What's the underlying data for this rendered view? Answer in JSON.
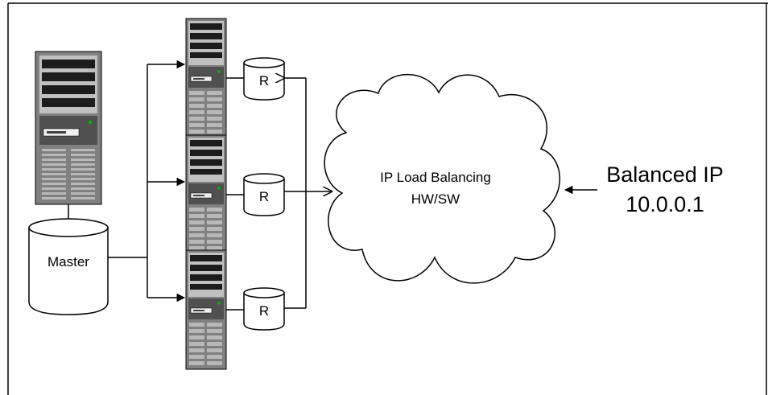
{
  "master_db": {
    "label": "Master"
  },
  "replicas": [
    {
      "label": "R"
    },
    {
      "label": "R"
    },
    {
      "label": "R"
    }
  ],
  "load_balancer": {
    "line1": "IP Load Balancing",
    "line2": "HW/SW"
  },
  "balanced_ip": {
    "line1": "Balanced IP",
    "line2": "10.0.0.1"
  },
  "colors": {
    "line": "#000000",
    "server_dark": "#2b2b2b",
    "server_mid": "#808080",
    "server_light": "#c0c0c0",
    "led": "#00c000"
  }
}
